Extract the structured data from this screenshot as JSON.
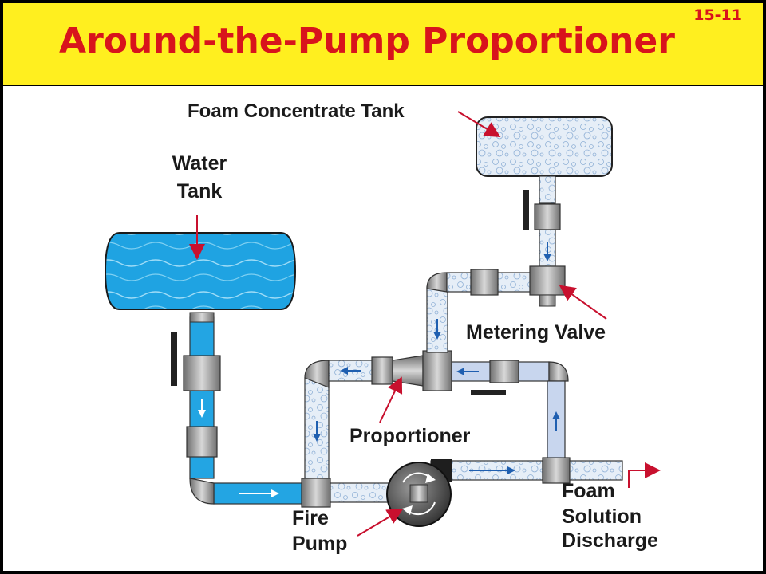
{
  "header": {
    "title": "Around-the-Pump Proportioner",
    "slide_number": "15-11"
  },
  "labels": {
    "foam_tank": "Foam Concentrate Tank",
    "water_tank_line1": "Water",
    "water_tank_line2": "Tank",
    "metering_valve": "Metering Valve",
    "proportioner": "Proportioner",
    "fire_pump_line1": "Fire",
    "fire_pump_line2": "Pump",
    "discharge_line1": "Foam",
    "discharge_line2": "Solution",
    "discharge_line3": "Discharge"
  },
  "colors": {
    "title": "#d8141c",
    "header_bg": "#ffef1f",
    "water": "#2aa6e0",
    "foam_pipe": "#dce8f4",
    "pointer": "#c8102e",
    "flow_arrow": "#1f5fb0"
  }
}
